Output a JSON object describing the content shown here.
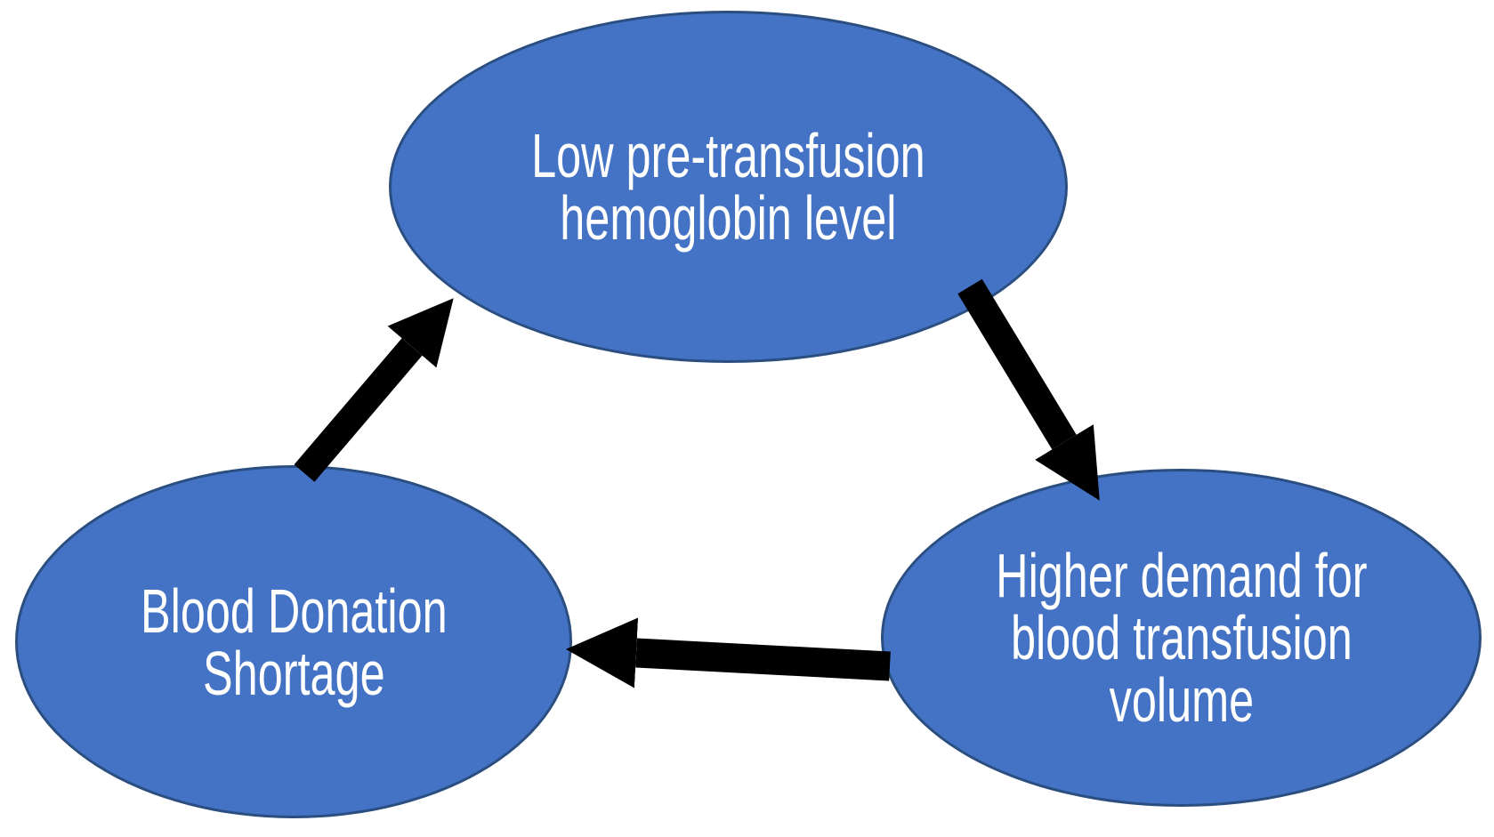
{
  "diagram": {
    "type": "cycle",
    "background_color": "#ffffff",
    "node_fill_color": "#4472C4",
    "node_border_color": "#2B4E80",
    "text_color": "#ffffff",
    "arrow_color": "#000000",
    "nodes": [
      {
        "id": "low-pre-transfusion-hemoglobin-level",
        "label": "Low pre-transfusion hemoglobin level",
        "lines": [
          "Low pre-transfusion",
          "hemoglobin level"
        ]
      },
      {
        "id": "blood-donation-shortage",
        "label": "Blood Donation Shortage",
        "lines": [
          "Blood Donation",
          "Shortage"
        ]
      },
      {
        "id": "higher-demand-for-blood-transfusion-volume",
        "label": "Higher demand for blood transfusion volume",
        "lines": [
          "Higher demand for",
          "blood transfusion",
          "volume"
        ]
      }
    ],
    "edges": [
      {
        "from": "blood-donation-shortage",
        "to": "low-pre-transfusion-hemoglobin-level"
      },
      {
        "from": "low-pre-transfusion-hemoglobin-level",
        "to": "higher-demand-for-blood-transfusion-volume"
      },
      {
        "from": "higher-demand-for-blood-transfusion-volume",
        "to": "blood-donation-shortage"
      }
    ]
  }
}
